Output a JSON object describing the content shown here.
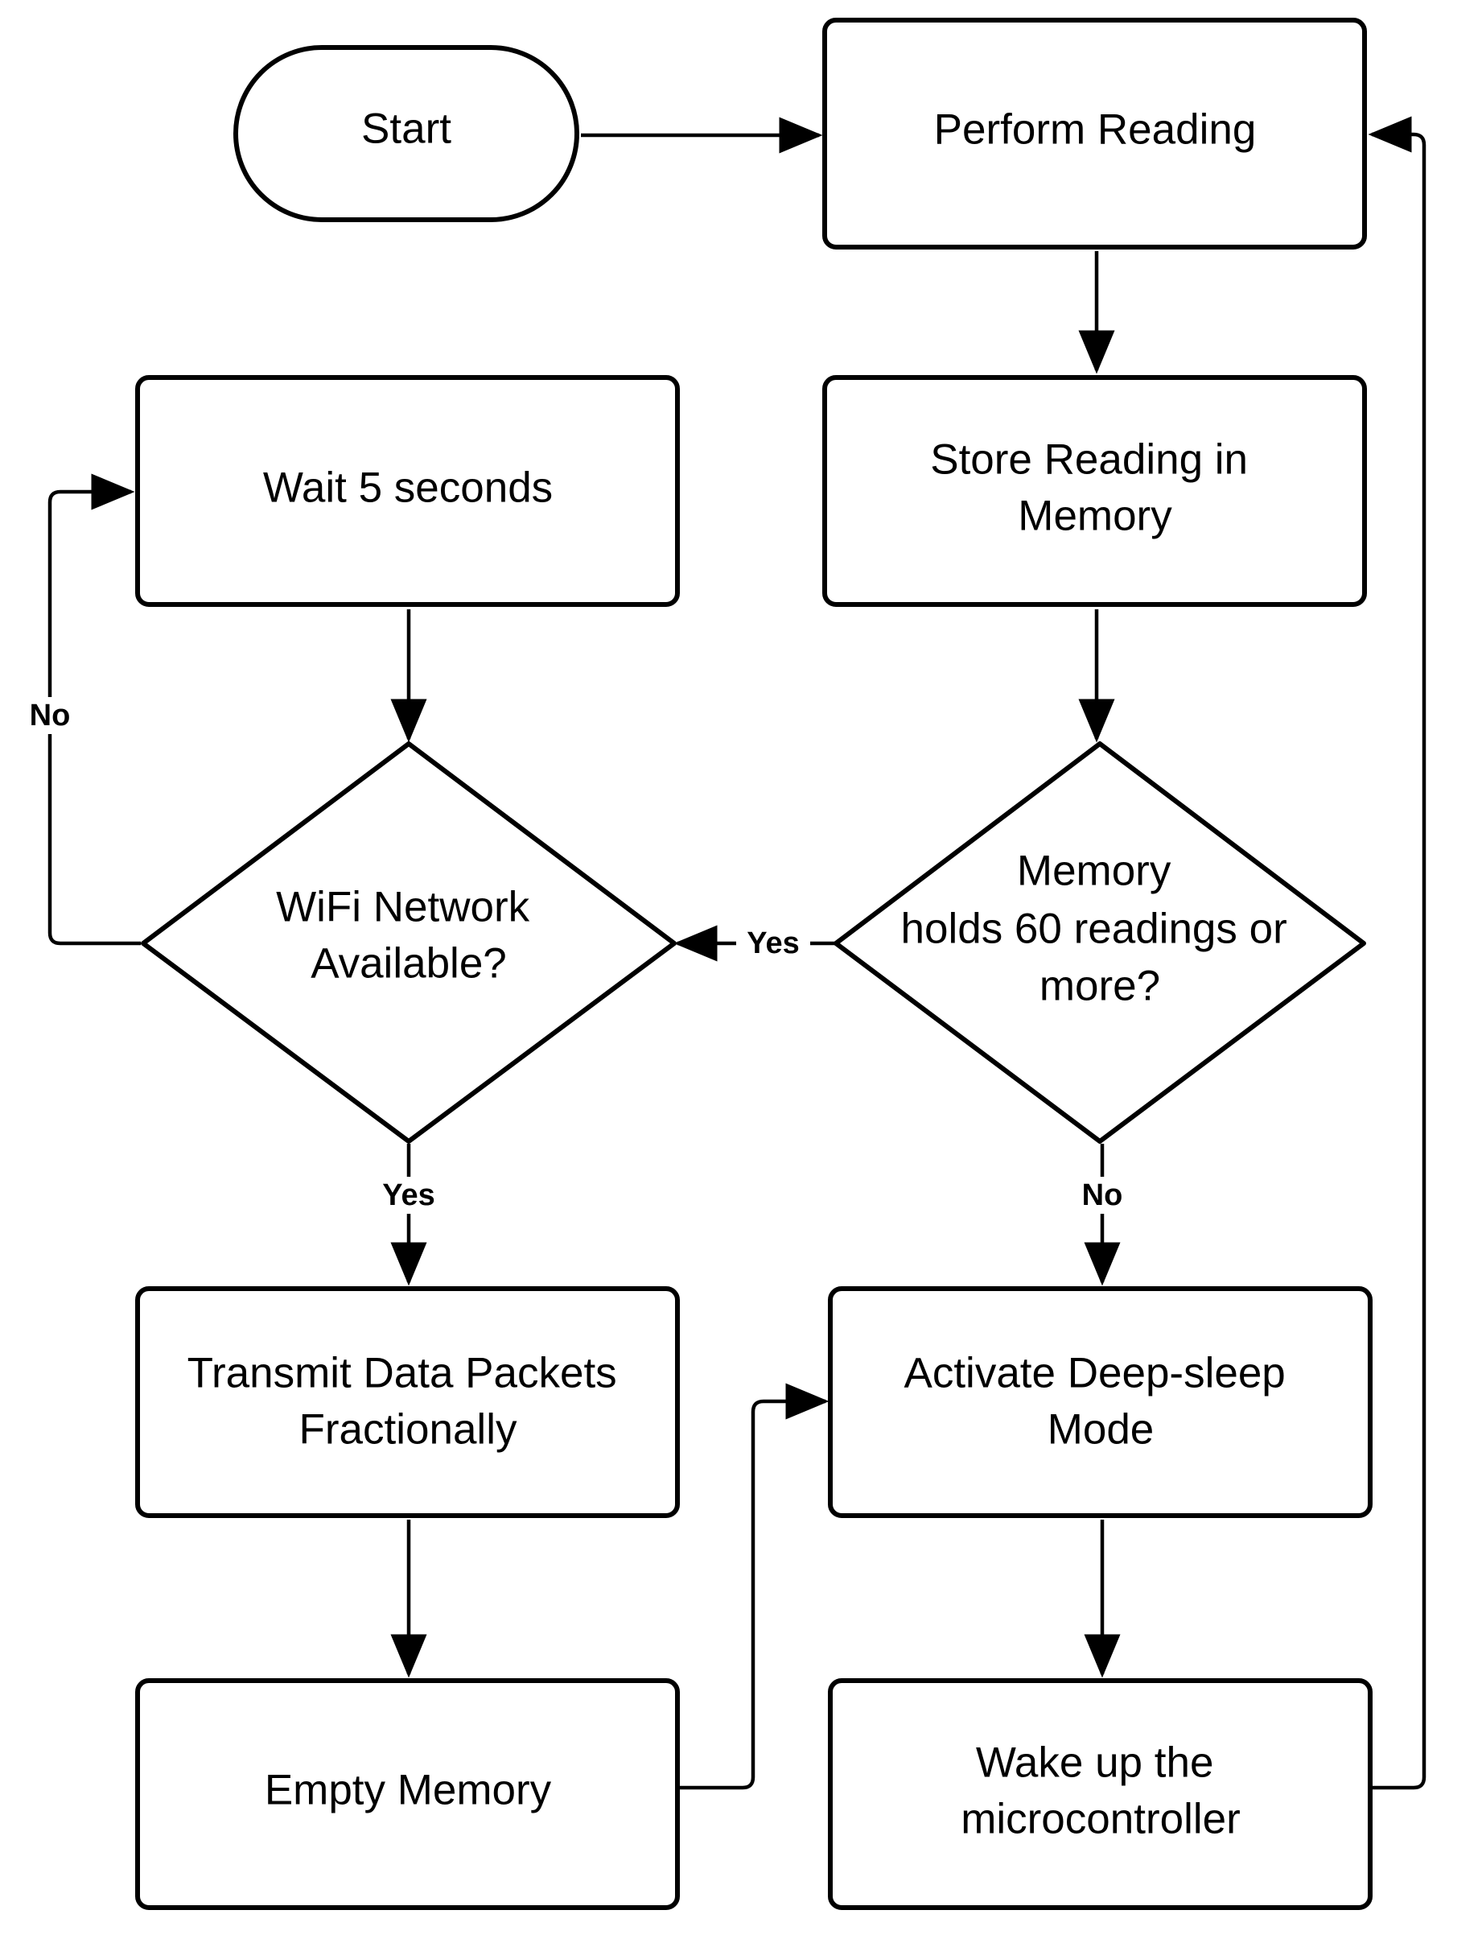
{
  "nodes": {
    "start": {
      "lines": [
        "Start"
      ]
    },
    "perform_reading": {
      "lines": [
        "Perform Reading"
      ]
    },
    "store_reading": {
      "lines": [
        "Store Reading in",
        "Memory"
      ]
    },
    "memory_check": {
      "lines": [
        "Memory",
        "holds 60 readings or",
        "more?"
      ]
    },
    "wait": {
      "lines": [
        "Wait 5 seconds"
      ]
    },
    "wifi_check": {
      "lines": [
        "WiFi Network",
        "Available?"
      ]
    },
    "transmit": {
      "lines": [
        "Transmit Data Packets",
        "Fractionally"
      ]
    },
    "empty_memory": {
      "lines": [
        "Empty Memory"
      ]
    },
    "deep_sleep": {
      "lines": [
        "Activate Deep-sleep",
        "Mode"
      ]
    },
    "wake_up": {
      "lines": [
        "Wake up the",
        "microcontroller"
      ]
    }
  },
  "edges": {
    "memory_yes": {
      "label": "Yes"
    },
    "memory_no": {
      "label": "No"
    },
    "wifi_yes": {
      "label": "Yes"
    },
    "wifi_no": {
      "label": "No"
    }
  }
}
